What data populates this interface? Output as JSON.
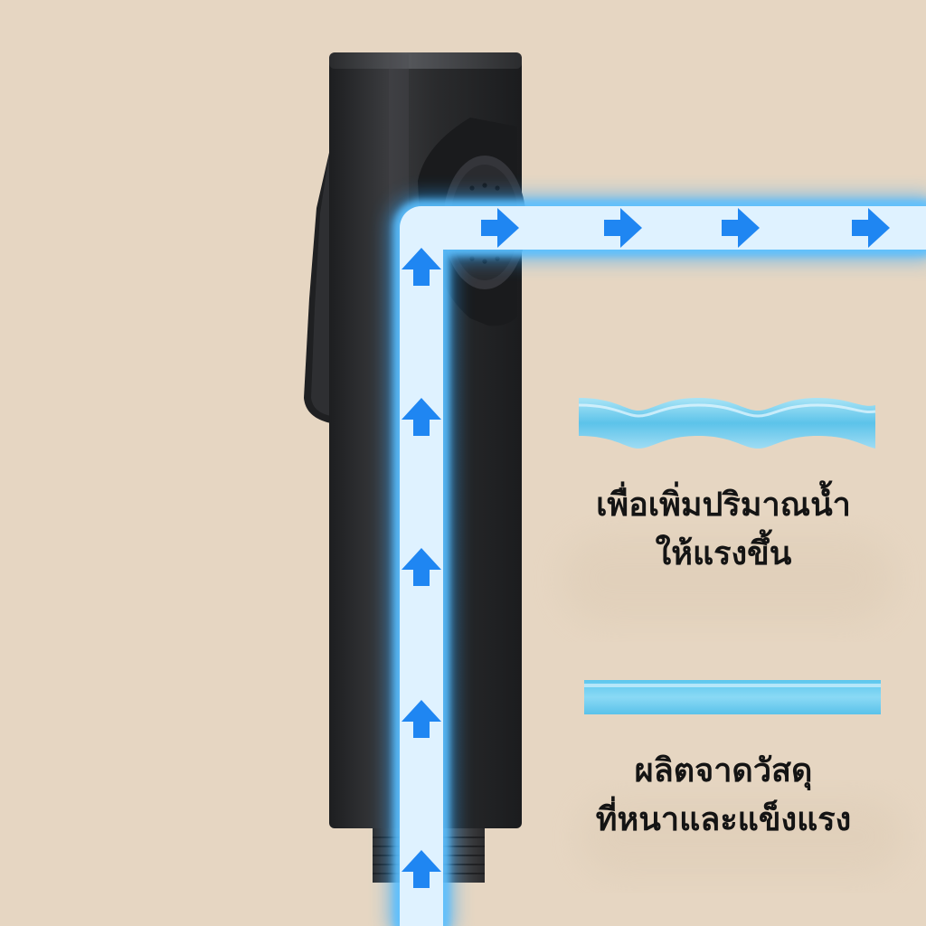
{
  "captions": {
    "wavy_pipe": {
      "line1": "เพื่อเพิ่มปริมาณน้ำ",
      "line2": "ให้แรงขึ้น"
    },
    "straight_pipe": {
      "line1": "ผลิตจาดวัสดุ",
      "line2": "ที่หนาและแข็งแรง"
    }
  },
  "icons": {
    "flow_arrow": "arrow-icon",
    "sprayer": "bidet-sprayer-icon"
  },
  "colors": {
    "background": "#e6d6c2",
    "sprayer_body": "#2b2c2e",
    "water_glow": "#2ea8ff",
    "water_core": "#f4fbff",
    "arrow": "#1f86f2",
    "wavy_pipe": "#6fcdee",
    "text": "#141414"
  }
}
